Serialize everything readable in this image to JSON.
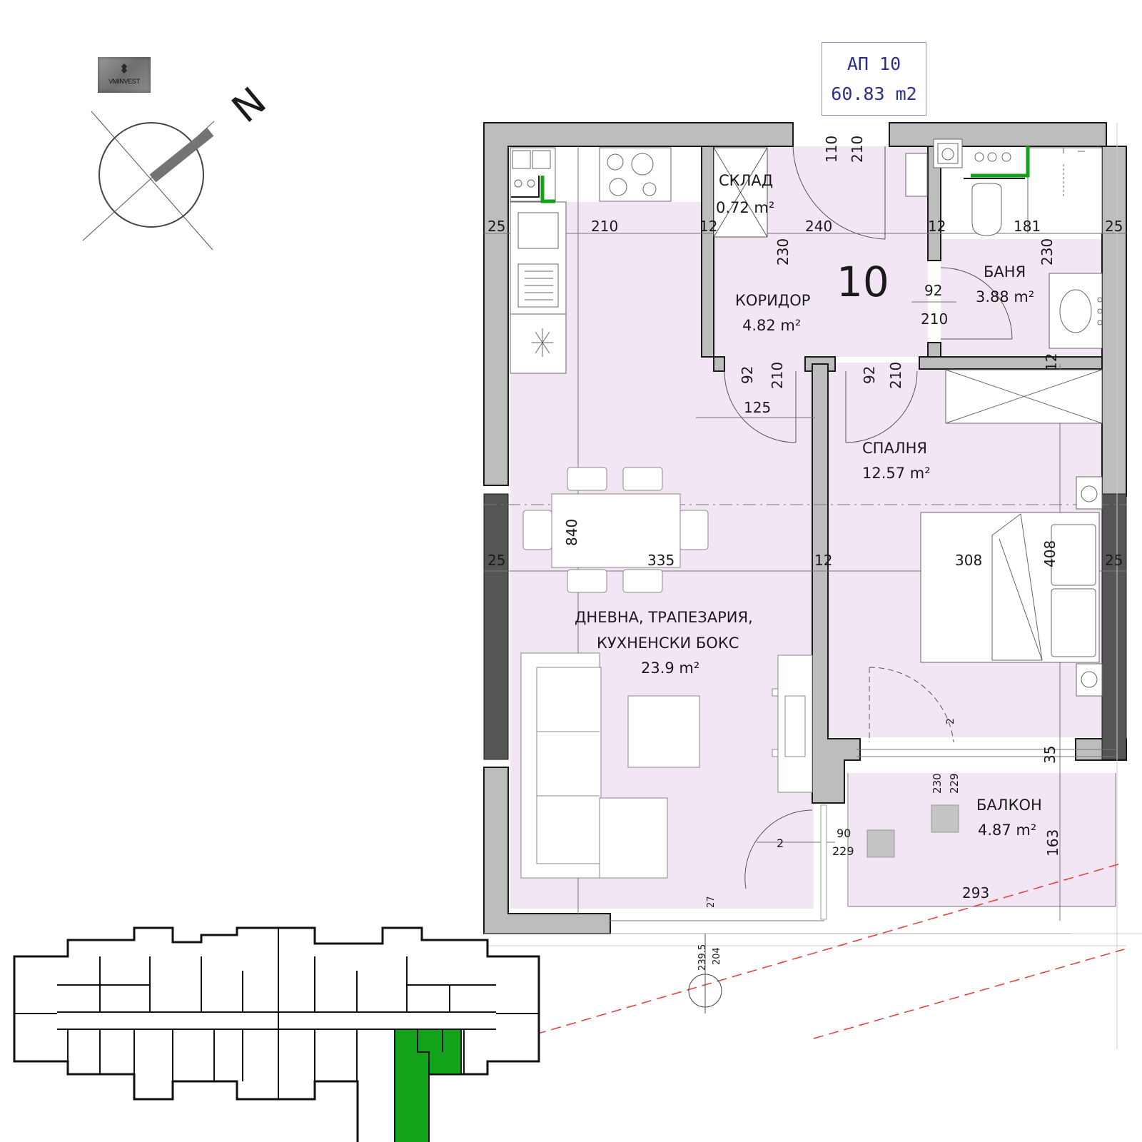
{
  "apartment": {
    "label": "АП 10",
    "area": "60.83 m2",
    "number": "10"
  },
  "logo": {
    "text": "VMINVEST"
  },
  "compass": {
    "label": "N"
  },
  "rooms": {
    "storage": {
      "name": "СКЛАД",
      "area": "0.72 m²"
    },
    "corridor": {
      "name": "КОРИДОР",
      "area": "4.82 m²"
    },
    "bathroom": {
      "name": "БАНЯ",
      "area": "3.88 m²"
    },
    "bedroom": {
      "name": "СПАЛНЯ",
      "area": "12.57 m²"
    },
    "living": {
      "line1": "ДНЕВНА, ТРАПЕЗАРИЯ,",
      "line2": "КУХНЕНСКИ БОКС",
      "area": "23.9 m²"
    },
    "balcony": {
      "name": "БАЛКОН",
      "area": "4.87 m²"
    }
  },
  "dimensions": {
    "w25_left_top": "25",
    "w210_kitchen": "210",
    "w12_a": "12",
    "w240": "240",
    "w12_b": "12",
    "w181": "181",
    "w25_right_top": "25",
    "door_entry_w": "110",
    "door_entry_h": "210",
    "corr_230": "230",
    "bath_230": "230",
    "bath_door_w": "92",
    "bath_door_h": "210",
    "liv_door_w": "92",
    "liv_door_h": "210",
    "liv_125": "125",
    "bed_door_w": "92",
    "bed_door_h": "210",
    "v12": "12",
    "h840": "840",
    "w25_left_mid": "25",
    "w335": "335",
    "w12_mid": "12",
    "w308": "308",
    "h408": "408",
    "w25_right_mid": "25",
    "bal_2": "2",
    "bal_230": "230",
    "bal_229": "229",
    "bal_35": "35",
    "bal_163": "163",
    "liv_2": "2",
    "win_90": "90",
    "win_229": "229",
    "w293": "293",
    "b27": "27",
    "b2395": "239.5",
    "b204": "204"
  },
  "colors": {
    "room_fill": "#f3e6f4",
    "wall": "#bdbdbd",
    "wall_dark": "#555555",
    "highlight": "#12a31a",
    "axis_red": "#e53935",
    "apt_text": "#2b2f8c"
  }
}
